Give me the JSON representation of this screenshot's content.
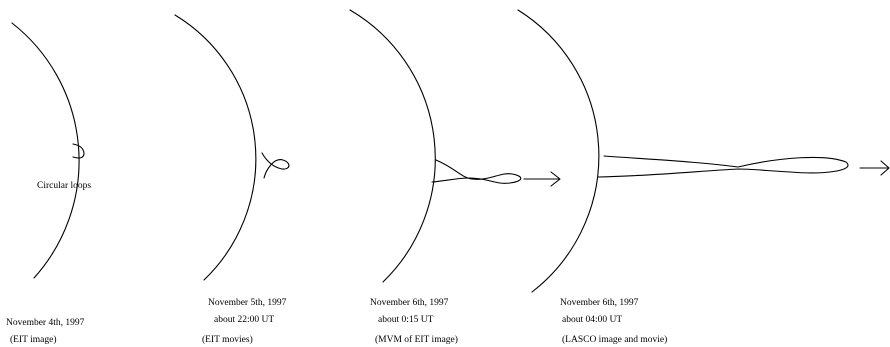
{
  "annotation": {
    "loops_label": "Circular loops"
  },
  "panels": [
    {
      "date": "November 4th, 1997",
      "time": "",
      "source": "(EIT image)"
    },
    {
      "date": "November 5th, 1997",
      "time": "about 22:00 UT",
      "source": "(EIT movies)"
    },
    {
      "date": "November 6th, 1997",
      "time": "about 0:15 UT",
      "source": "(MVM of EIT image)"
    },
    {
      "date": "November 6th, 1997",
      "time": "about 04:00 UT",
      "source": "(LASCO image and movie)"
    }
  ],
  "colors": {
    "ink": "#000000",
    "background": "#ffffff"
  }
}
